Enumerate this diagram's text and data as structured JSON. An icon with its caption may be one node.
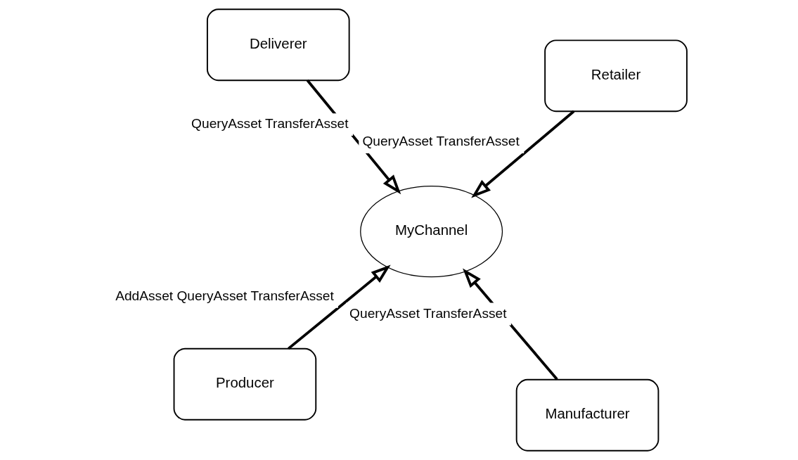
{
  "diagram": {
    "nodes": [
      {
        "text": [
          "Producer"
        ]
      },
      {
        "text": [
          "Manufacturer"
        ]
      },
      {
        "text": [
          "MyChannel"
        ]
      },
      {
        "text": [
          "Deliverer"
        ]
      },
      {
        "text": [
          "Retailer"
        ]
      }
    ],
    "edges": [
      {
        "from": 0,
        "to": 2,
        "arrow": "to",
        "label": "AddAsset QueryAsset TransferAsset"
      },
      {
        "from": 1,
        "to": 2,
        "arrow": "to",
        "label": "QueryAsset TransferAsset"
      },
      {
        "from": 3,
        "to": 2,
        "arrow": "to",
        "label": "QueryAsset TransferAsset"
      },
      {
        "from": 4,
        "to": 2,
        "arrow": "to",
        "label": "QueryAsset TransferAsset"
      }
    ]
  }
}
